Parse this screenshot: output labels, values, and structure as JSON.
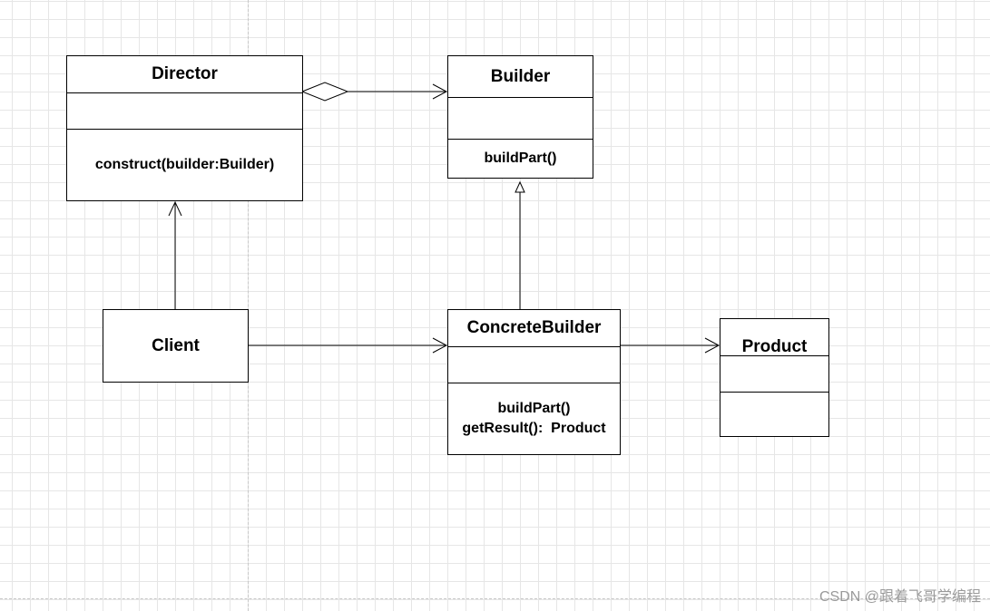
{
  "classes": {
    "director": {
      "name": "Director",
      "operations": [
        "construct(builder:Builder)"
      ]
    },
    "builder": {
      "name": "Builder",
      "operations": [
        "buildPart()"
      ]
    },
    "client": {
      "name": "Client"
    },
    "concrete_builder": {
      "name": "ConcreteBuilder",
      "operations": [
        "buildPart()",
        "getResult():  Product"
      ]
    },
    "product": {
      "name": "Product"
    }
  },
  "watermark": "CSDN @跟着飞哥学编程"
}
